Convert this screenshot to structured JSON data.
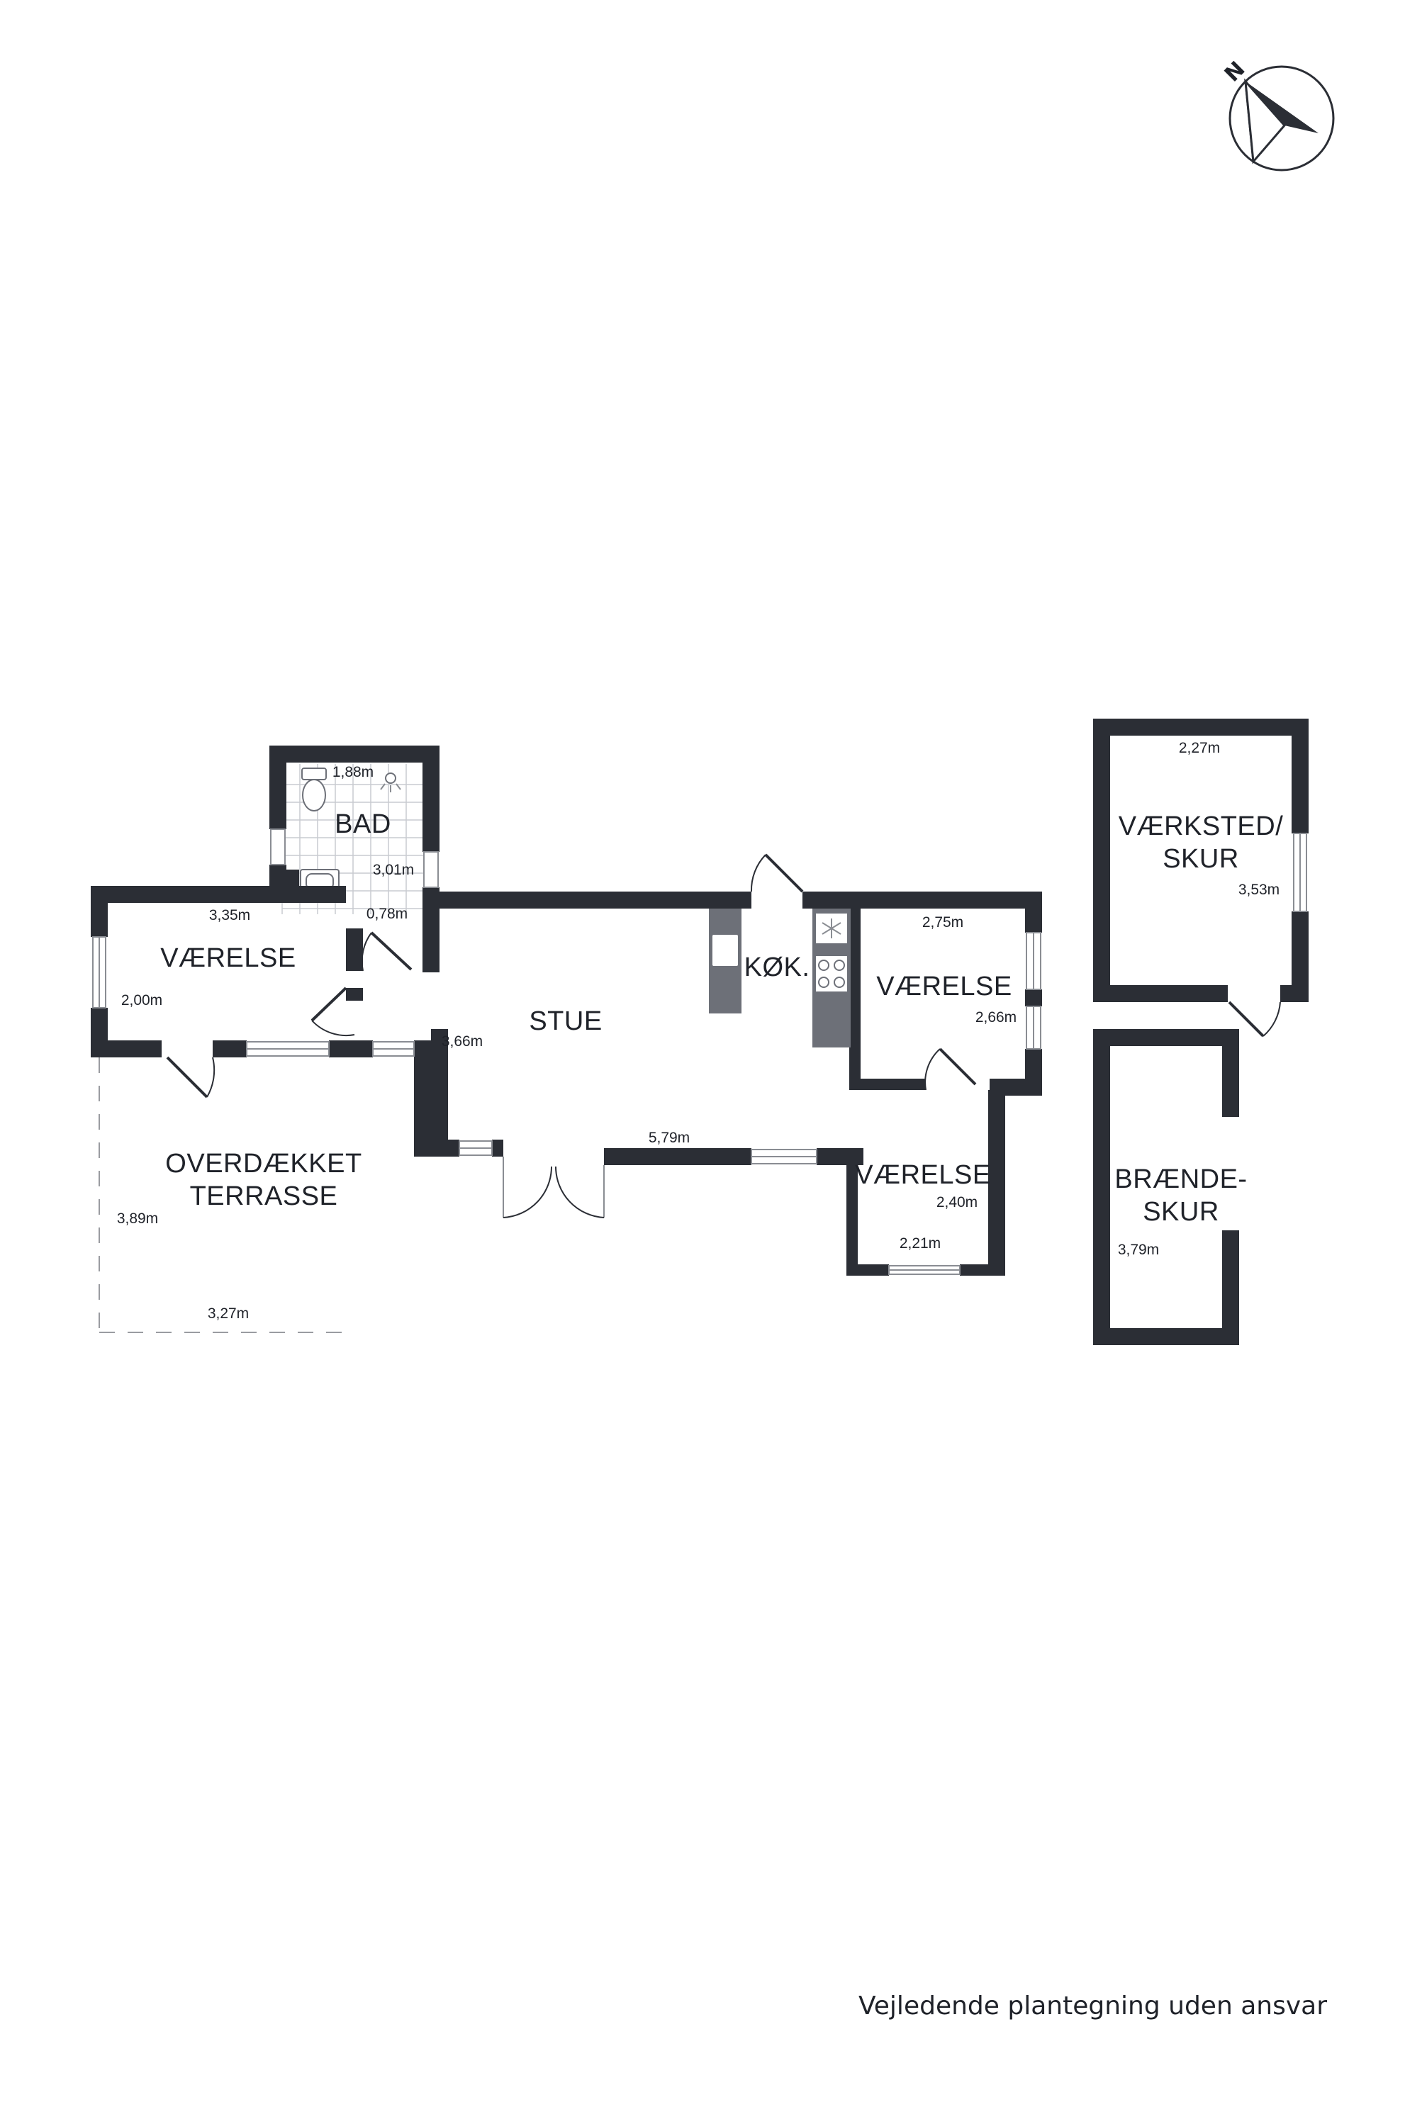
{
  "compass": {
    "north_label": "N",
    "icon": "compass-icon"
  },
  "rooms": {
    "bad": "BAD",
    "vaerelse_west": "VÆRELSE",
    "stue": "STUE",
    "koekken": "KØK.",
    "vaerelse_east": "VÆRELSE",
    "vaerelse_south": "VÆRELSE",
    "terrasse_line1": "OVERDÆKKET",
    "terrasse_line2": "TERRASSE",
    "vaerksted_line1": "VÆRKSTED/",
    "vaerksted_line2": "SKUR",
    "braende_line1": "BRÆNDE-",
    "braende_line2": "SKUR"
  },
  "dimensions": {
    "bad_width": "1,88m",
    "bad_length": "3,01m",
    "bad_passage": "0,78m",
    "vaerelse_west_width": "3,35m",
    "vaerelse_west_depth": "2,00m",
    "stue_depth": "3,66m",
    "stue_length": "5,79m",
    "vaerelse_east_width": "2,75m",
    "vaerelse_east_depth": "2,66m",
    "vaerelse_south_depth": "2,40m",
    "vaerelse_south_width": "2,21m",
    "terrasse_depth": "3,89m",
    "terrasse_width": "3,27m",
    "vaerksted_width": "2,27m",
    "vaerksted_depth": "3,53m",
    "braende_depth": "3,79m"
  },
  "footer": {
    "disclaimer": "Vejledende plantegning uden ansvar"
  },
  "colors": {
    "wall": "#2b2e35",
    "window": "#8a8d93",
    "fixture": "#6d7078"
  }
}
